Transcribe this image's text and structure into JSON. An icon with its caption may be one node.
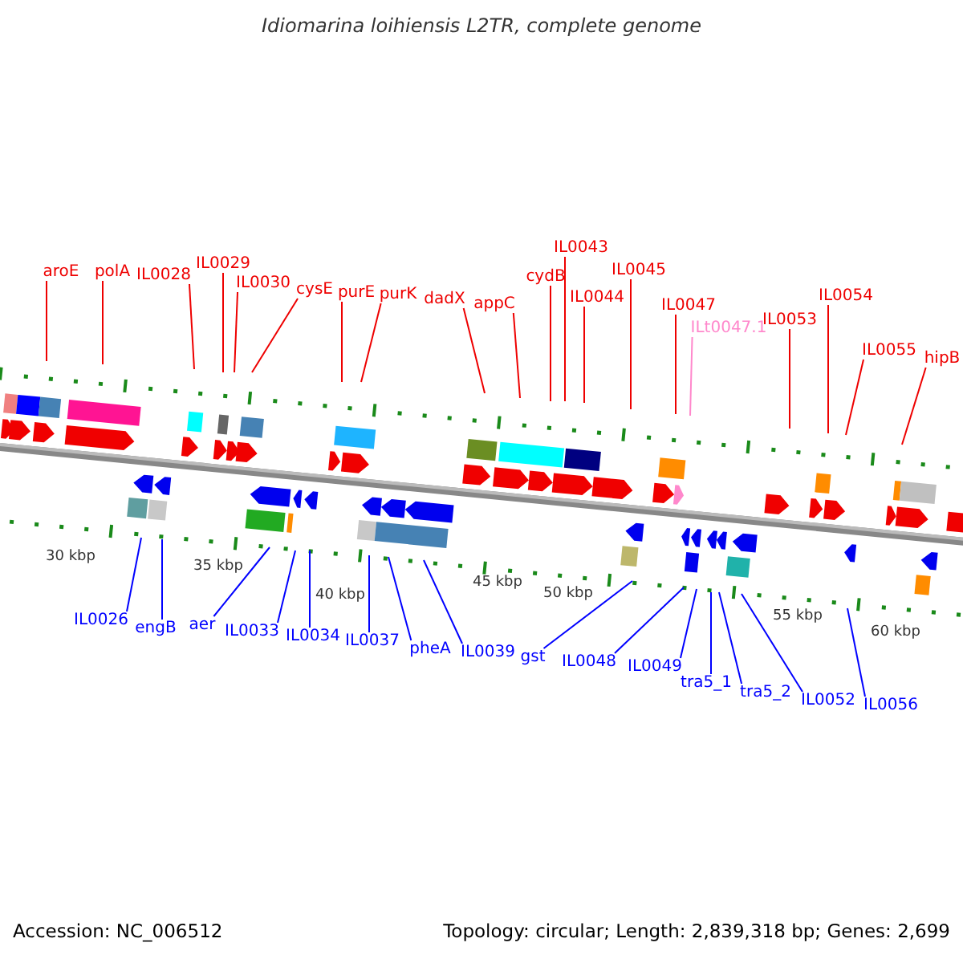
{
  "diagram": {
    "title": "Idiomarina loihiensis L2TR, complete genome",
    "nodes": [
      {
        "text": [
          "aroE"
        ]
      },
      {
        "text": [
          "polA"
        ]
      },
      {
        "text": [
          "IL0028"
        ]
      },
      {
        "text": [
          "IL0029"
        ]
      },
      {
        "text": [
          "IL0030"
        ]
      },
      {
        "text": [
          "cysE"
        ]
      },
      {
        "text": [
          "purE"
        ]
      },
      {
        "text": [
          "purK"
        ]
      },
      {
        "text": [
          "dadX"
        ]
      },
      {
        "text": [
          "appC"
        ]
      },
      {
        "text": [
          "cydB"
        ]
      },
      {
        "text": [
          "IL0043"
        ]
      },
      {
        "text": [
          "IL0044"
        ]
      },
      {
        "text": [
          "IL0045"
        ]
      },
      {
        "text": [
          "IL0047"
        ]
      },
      {
        "text": [
          "ILt0047.1"
        ]
      },
      {
        "text": [
          "IL0053"
        ]
      },
      {
        "text": [
          "IL0054"
        ]
      },
      {
        "text": [
          "IL0055"
        ]
      },
      {
        "text": [
          "hipB"
        ]
      },
      {
        "text": [
          "IL0026"
        ]
      },
      {
        "text": [
          "engB"
        ]
      },
      {
        "text": [
          "aer"
        ]
      },
      {
        "text": [
          "IL0033"
        ]
      },
      {
        "text": [
          "IL0034"
        ]
      },
      {
        "text": [
          "IL0037"
        ]
      },
      {
        "text": [
          "pheA"
        ]
      },
      {
        "text": [
          "IL0039"
        ]
      },
      {
        "text": [
          "gst"
        ]
      },
      {
        "text": [
          "IL0048"
        ]
      },
      {
        "text": [
          "IL0049"
        ]
      },
      {
        "text": [
          "tra5_1"
        ]
      },
      {
        "text": [
          "tra5_2"
        ]
      },
      {
        "text": [
          "IL0052"
        ]
      },
      {
        "text": [
          "IL0056"
        ]
      }
    ],
    "edges": [
      {
        "from": 0,
        "to": null,
        "arrow": "none"
      },
      {
        "from": 1,
        "to": null,
        "arrow": "none"
      },
      {
        "from": 2,
        "to": null,
        "arrow": "none"
      },
      {
        "from": 3,
        "to": null,
        "arrow": "none"
      },
      {
        "from": 4,
        "to": null,
        "arrow": "none"
      },
      {
        "from": 5,
        "to": null,
        "arrow": "none"
      },
      {
        "from": 6,
        "to": null,
        "arrow": "none"
      },
      {
        "from": 7,
        "to": null,
        "arrow": "none"
      },
      {
        "from": 8,
        "to": null,
        "arrow": "none"
      },
      {
        "from": 9,
        "to": null,
        "arrow": "none"
      },
      {
        "from": 10,
        "to": null,
        "arrow": "none"
      },
      {
        "from": 11,
        "to": null,
        "arrow": "none"
      },
      {
        "from": 12,
        "to": null,
        "arrow": "none"
      },
      {
        "from": 13,
        "to": null,
        "arrow": "none"
      },
      {
        "from": 14,
        "to": null,
        "arrow": "none"
      },
      {
        "from": 15,
        "to": null,
        "arrow": "none",
        "color": "#ff88cc"
      },
      {
        "from": 16,
        "to": null,
        "arrow": "none"
      },
      {
        "from": 17,
        "to": null,
        "arrow": "none"
      },
      {
        "from": 18,
        "to": null,
        "arrow": "none"
      },
      {
        "from": 19,
        "to": null,
        "arrow": "none"
      },
      {
        "from": 20,
        "to": null,
        "arrow": "none",
        "color": "#0000ff"
      },
      {
        "from": 21,
        "to": null,
        "arrow": "none",
        "color": "#0000ff"
      },
      {
        "from": 22,
        "to": null,
        "arrow": "none",
        "color": "#0000ff"
      },
      {
        "from": 23,
        "to": null,
        "arrow": "none",
        "color": "#0000ff"
      },
      {
        "from": 24,
        "to": null,
        "arrow": "none",
        "color": "#0000ff"
      },
      {
        "from": 25,
        "to": null,
        "arrow": "none",
        "color": "#0000ff"
      },
      {
        "from": 26,
        "to": null,
        "arrow": "none",
        "color": "#0000ff"
      },
      {
        "from": 27,
        "to": null,
        "arrow": "none",
        "color": "#0000ff"
      },
      {
        "from": 28,
        "to": null,
        "arrow": "none",
        "color": "#0000ff"
      },
      {
        "from": 29,
        "to": null,
        "arrow": "none",
        "color": "#0000ff"
      },
      {
        "from": 30,
        "to": null,
        "arrow": "none",
        "color": "#0000ff"
      },
      {
        "from": 31,
        "to": null,
        "arrow": "none",
        "color": "#0000ff"
      },
      {
        "from": 32,
        "to": null,
        "arrow": "none",
        "color": "#0000ff"
      },
      {
        "from": 33,
        "to": null,
        "arrow": "none",
        "color": "#0000ff"
      },
      {
        "from": 34,
        "to": null,
        "arrow": "none",
        "color": "#0000ff"
      }
    ],
    "labels": [
      "30 kbp",
      "35 kbp",
      "40 kbp",
      "45 kbp",
      "50 kbp",
      "55 kbp",
      "60 kbp",
      "Accession: NC_006512",
      "Topology: circular; Length: 2,839,318 bp; Genes: 2,699"
    ]
  }
}
